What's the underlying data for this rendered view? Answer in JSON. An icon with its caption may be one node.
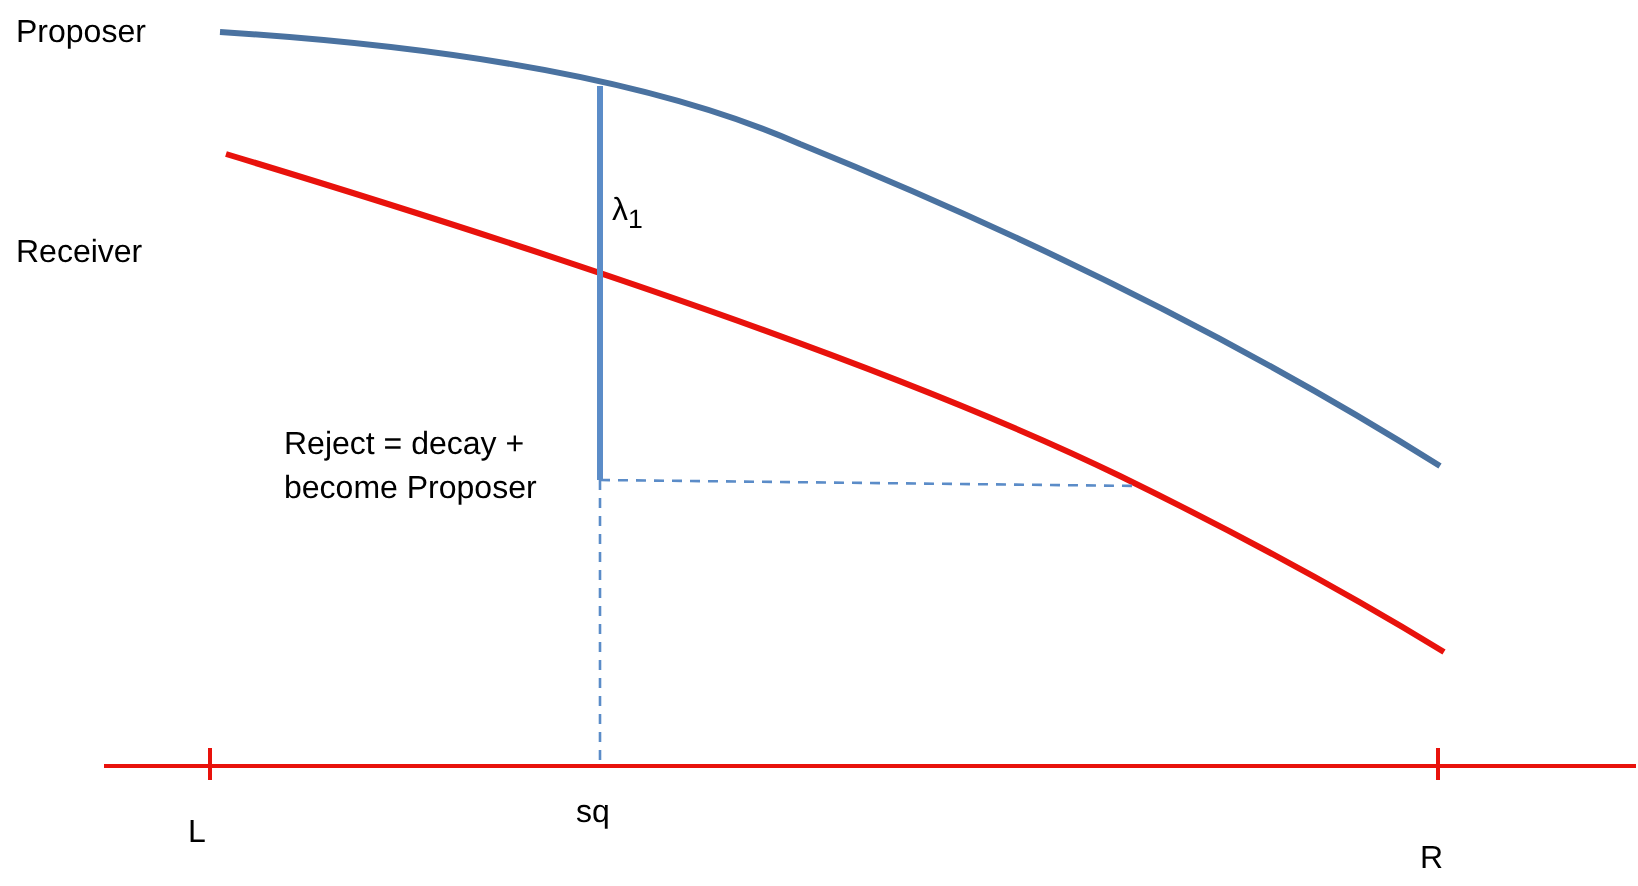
{
  "diagram": {
    "labels": [
      "Proposer",
      "Receiver",
      "λ$_{1}$",
      "Reject = decay + become Proposer",
      "L",
      "sq",
      "R"
    ]
  }
}
